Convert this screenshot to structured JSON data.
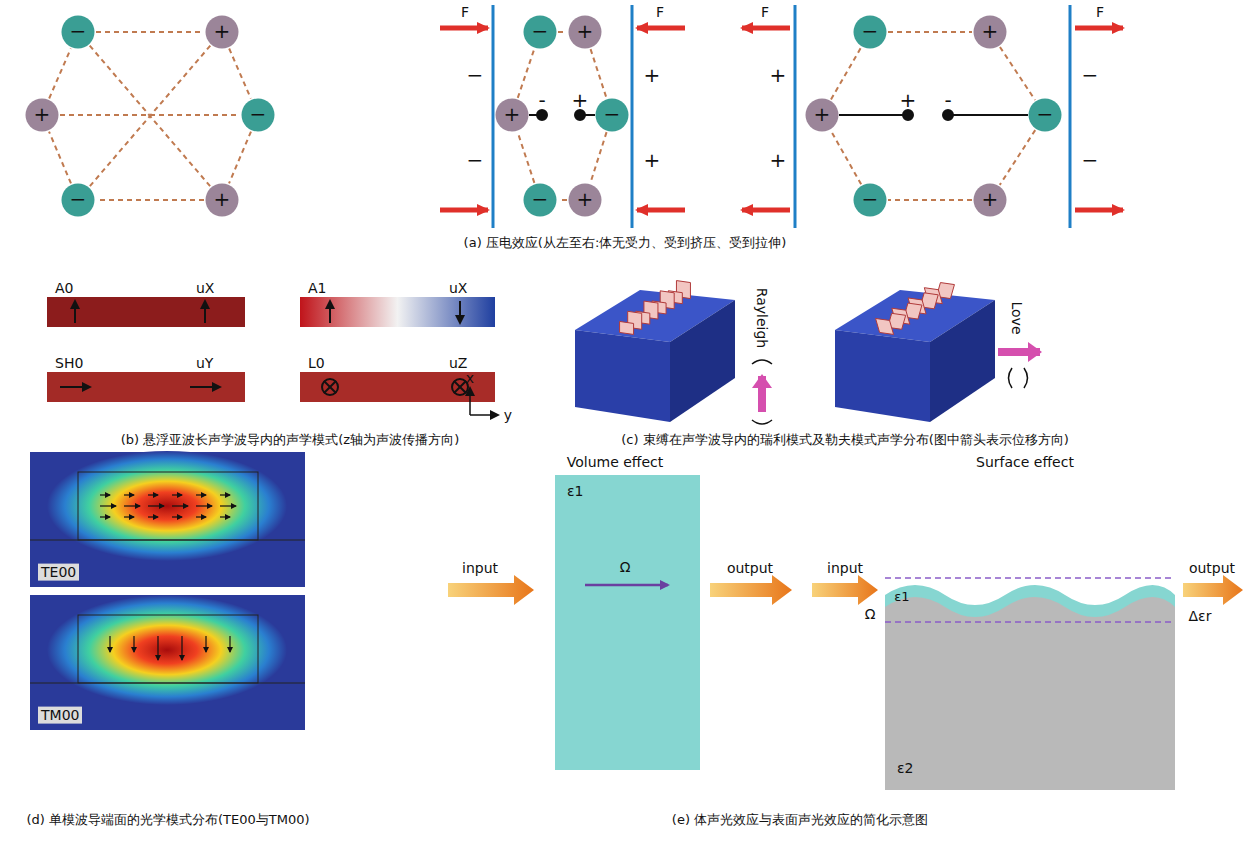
{
  "diagram": {
    "nodes": [
      {
        "text": [
          "−"
        ]
      },
      {
        "text": [
          "+"
        ]
      },
      {
        "text": [
          "+"
        ]
      },
      {
        "text": [
          "−"
        ]
      },
      {
        "text": [
          "−"
        ]
      },
      {
        "text": [
          "+"
        ]
      },
      {
        "text": [
          "−"
        ]
      },
      {
        "text": [
          "+"
        ]
      },
      {
        "text": [
          "+"
        ]
      },
      {
        "text": [
          "−"
        ]
      },
      {
        "text": [
          "−"
        ]
      },
      {
        "text": [
          "+"
        ]
      },
      {
        "text": [
          "−"
        ]
      },
      {
        "text": [
          "+"
        ]
      },
      {
        "text": [
          "+"
        ]
      },
      {
        "text": [
          "−"
        ]
      },
      {
        "text": [
          "−"
        ]
      },
      {
        "text": [
          "+"
        ]
      },
      {
        "text": [
          "A0",
          "uX"
        ]
      },
      {
        "text": [
          "A1",
          "uX"
        ]
      },
      {
        "text": [
          "SH0",
          "uY"
        ]
      },
      {
        "text": [
          "L0",
          "uZ"
        ]
      },
      {
        "text": [
          "TE00"
        ]
      },
      {
        "text": [
          "TM00"
        ]
      },
      {
        "text": [
          "ε1",
          "Ω"
        ]
      },
      {
        "text": [
          "ε2"
        ]
      }
    ],
    "edges": [
      {
        "from": 0,
        "to": 1,
        "arrow": "none"
      },
      {
        "from": 1,
        "to": 3,
        "arrow": "none"
      },
      {
        "from": 3,
        "to": 5,
        "arrow": "none"
      },
      {
        "from": 5,
        "to": 4,
        "arrow": "none"
      },
      {
        "from": 4,
        "to": 2,
        "arrow": "none"
      },
      {
        "from": 2,
        "to": 0,
        "arrow": "none"
      },
      {
        "from": 0,
        "to": 5,
        "arrow": "none"
      },
      {
        "from": 1,
        "to": 4,
        "arrow": "none"
      },
      {
        "from": 2,
        "to": 3,
        "arrow": "none"
      },
      {
        "from": 6,
        "to": 7,
        "arrow": "none"
      },
      {
        "from": 7,
        "to": 9,
        "arrow": "none"
      },
      {
        "from": 9,
        "to": 11,
        "arrow": "none"
      },
      {
        "from": 11,
        "to": 10,
        "arrow": "none"
      },
      {
        "from": 10,
        "to": 8,
        "arrow": "none"
      },
      {
        "from": 8,
        "to": 6,
        "arrow": "none"
      },
      {
        "from": 12,
        "to": 13,
        "arrow": "none"
      },
      {
        "from": 13,
        "to": 15,
        "arrow": "none"
      },
      {
        "from": 15,
        "to": 17,
        "arrow": "none"
      },
      {
        "from": 17,
        "to": 16,
        "arrow": "none"
      },
      {
        "from": 16,
        "to": 14,
        "arrow": "none"
      },
      {
        "from": 14,
        "to": 12,
        "arrow": "none"
      }
    ],
    "labels": [
      "F",
      "F",
      "−",
      "−",
      "+",
      "+",
      "-",
      "+",
      "F",
      "F",
      "+",
      "+",
      "−",
      "−",
      "+",
      "-",
      "(a) 压电效应(从左至右:体无受力、受到挤压、受到拉伸)",
      "x",
      "y",
      "(b) 悬浮亚波长声学波导内的声学模式(z轴为声波传播方向)",
      "Rayleigh",
      "Love",
      "(c) 束缚在声学波导内的瑞利模式及勒夫模式声学分布(图中箭头表示位移方向)",
      "(d) 单模波导端面的光学模式分布(TE00与TM00)",
      "Volume effect",
      "input",
      "output",
      "input",
      "Surface effect",
      "ε1",
      "Ω",
      "Δεr",
      "output",
      "(e) 体声光效应与表面声光效应的简化示意图"
    ]
  }
}
